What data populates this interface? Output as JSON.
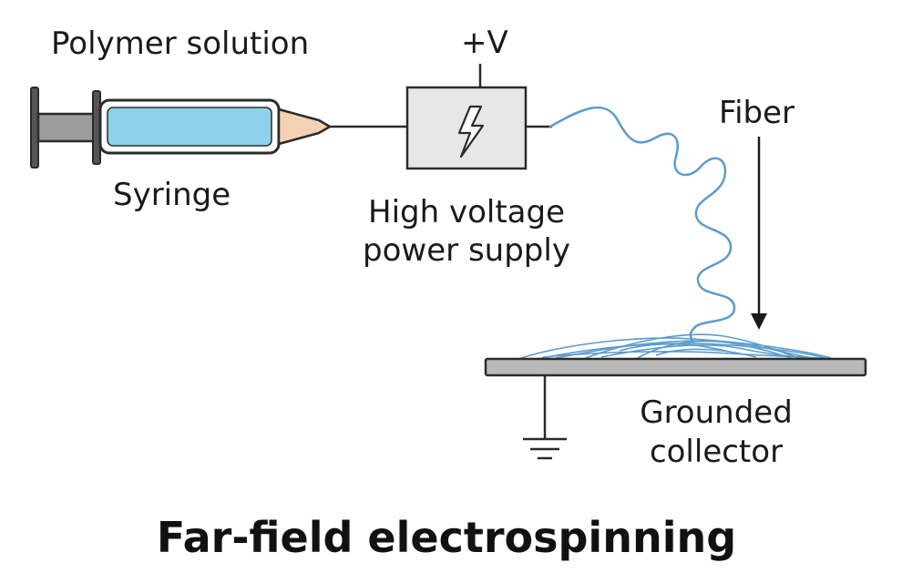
{
  "diagram": {
    "title": "Far-field electrospinning",
    "labels": {
      "polymer_solution": "Polymer solution",
      "syringe": "Syringe",
      "voltage": "+V",
      "power_supply_line1": "High voltage",
      "power_supply_line2": "power supply",
      "fiber": "Fiber",
      "collector_line1": "Grounded",
      "collector_line2": "collector"
    },
    "colors": {
      "fiber": "#5b9ccc",
      "solution": "#8dd2ea",
      "needle_tip": "#f3d2b3",
      "power_box": "#e7e7e7",
      "collector": "#b9b9b9",
      "plunger": "#9c9c9c",
      "outline": "#2b2b2b"
    },
    "icons": {
      "power": "lightning-bolt-icon",
      "ground": "ground-symbol-icon"
    }
  }
}
